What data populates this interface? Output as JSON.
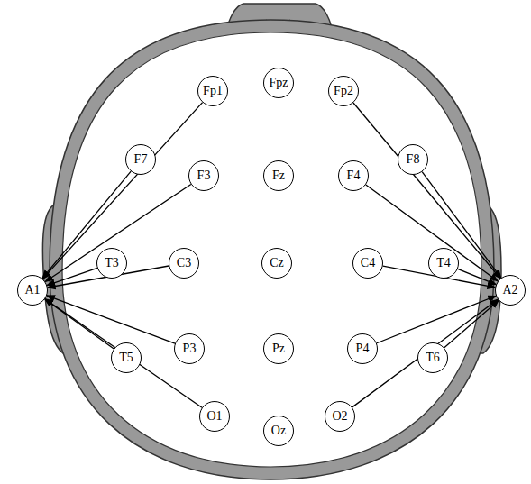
{
  "diagram": {
    "nodes": [
      {
        "text": [
          "Fp1"
        ]
      },
      {
        "text": [
          "Fpz"
        ]
      },
      {
        "text": [
          "Fp2"
        ]
      },
      {
        "text": [
          "F7"
        ]
      },
      {
        "text": [
          "F3"
        ]
      },
      {
        "text": [
          "Fz"
        ]
      },
      {
        "text": [
          "F4"
        ]
      },
      {
        "text": [
          "F8"
        ]
      },
      {
        "text": [
          "A1"
        ]
      },
      {
        "text": [
          "T3"
        ]
      },
      {
        "text": [
          "C3"
        ]
      },
      {
        "text": [
          "Cz"
        ]
      },
      {
        "text": [
          "C4"
        ]
      },
      {
        "text": [
          "T4"
        ]
      },
      {
        "text": [
          "A2"
        ]
      },
      {
        "text": [
          "P3"
        ]
      },
      {
        "text": [
          "Pz"
        ]
      },
      {
        "text": [
          "P4"
        ]
      },
      {
        "text": [
          "T5"
        ]
      },
      {
        "text": [
          "T6"
        ]
      },
      {
        "text": [
          "O1"
        ]
      },
      {
        "text": [
          "Oz"
        ]
      },
      {
        "text": [
          "O2"
        ]
      }
    ],
    "edges": [
      {
        "from": 0,
        "to": 8,
        "arrow": "to"
      },
      {
        "from": 3,
        "to": 8,
        "arrow": "to"
      },
      {
        "from": 4,
        "to": 8,
        "arrow": "to"
      },
      {
        "from": 9,
        "to": 8,
        "arrow": "to"
      },
      {
        "from": 10,
        "to": 8,
        "arrow": "to"
      },
      {
        "from": 15,
        "to": 8,
        "arrow": "to"
      },
      {
        "from": 18,
        "to": 8,
        "arrow": "to"
      },
      {
        "from": 20,
        "to": 8,
        "arrow": "to"
      },
      {
        "from": 2,
        "to": 14,
        "arrow": "to"
      },
      {
        "from": 7,
        "to": 14,
        "arrow": "to"
      },
      {
        "from": 6,
        "to": 14,
        "arrow": "to"
      },
      {
        "from": 13,
        "to": 14,
        "arrow": "to"
      },
      {
        "from": 12,
        "to": 14,
        "arrow": "to"
      },
      {
        "from": 17,
        "to": 14,
        "arrow": "to"
      },
      {
        "from": 19,
        "to": 14,
        "arrow": "to"
      },
      {
        "from": 22,
        "to": 14,
        "arrow": "to"
      }
    ]
  }
}
